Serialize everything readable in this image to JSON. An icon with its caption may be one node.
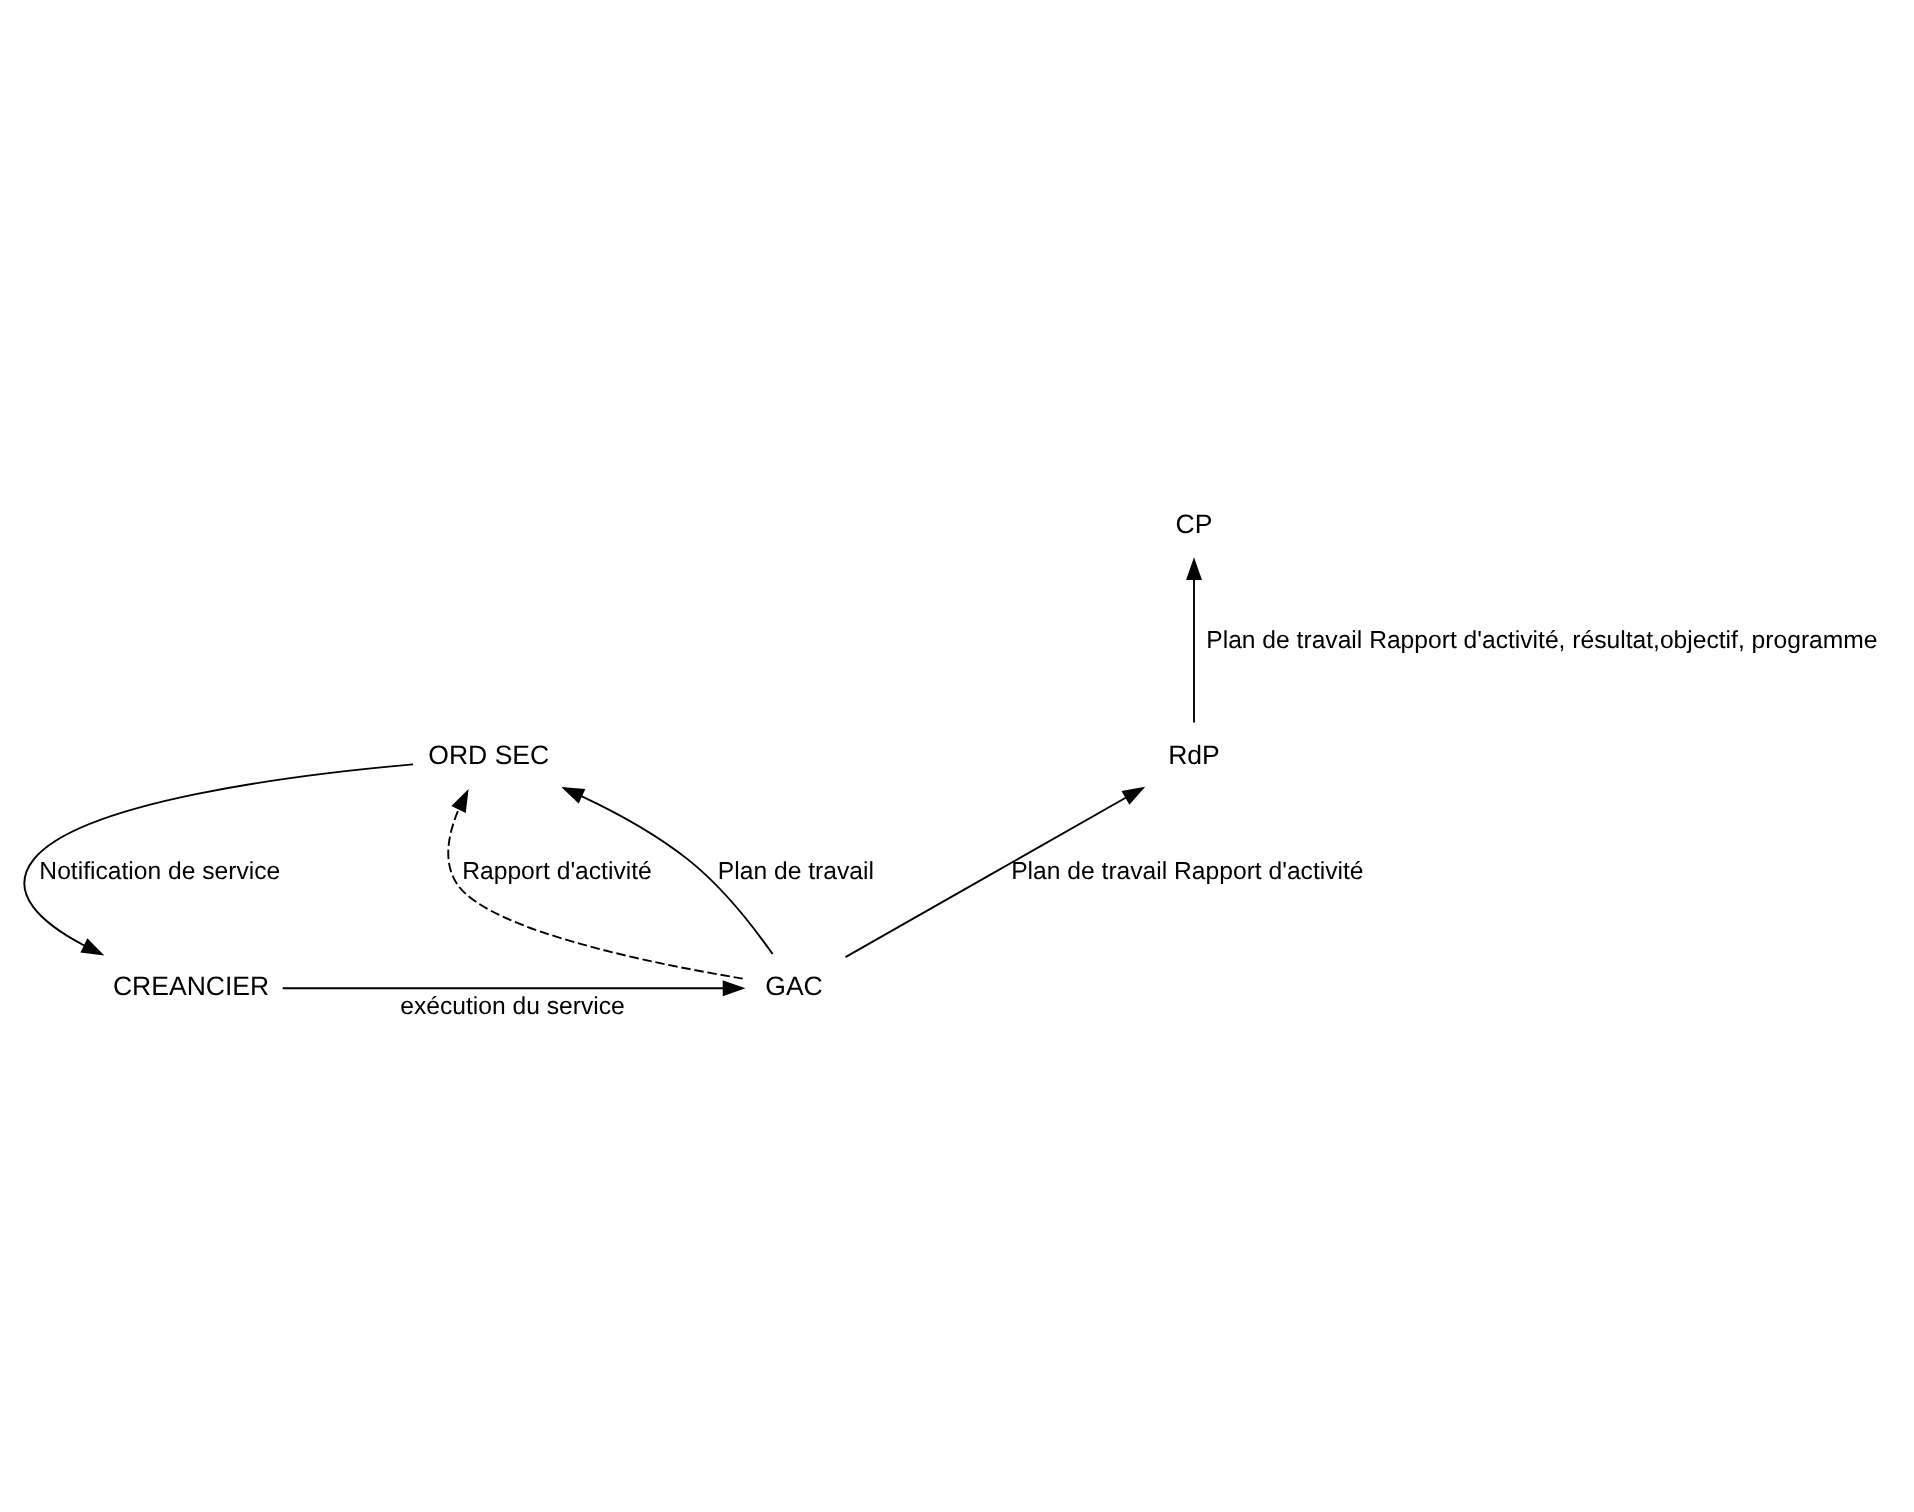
{
  "diagram": {
    "nodes": [
      {
        "text": [
          "CP"
        ]
      },
      {
        "text": [
          "RdP"
        ]
      },
      {
        "text": [
          "GAC"
        ]
      },
      {
        "text": [
          "ORD SEC"
        ]
      },
      {
        "text": [
          "CREANCIER"
        ]
      }
    ],
    "edges": [
      {
        "from": 1,
        "to": 0,
        "arrow": "to",
        "label": "Plan de travail Rapport d'activité, résultat,objectif, programme"
      },
      {
        "from": 2,
        "to": 1,
        "arrow": "to",
        "label": "Plan de travail Rapport d'activité"
      },
      {
        "from": 2,
        "to": 3,
        "arrow": "to",
        "label": "Rapport d'activité",
        "style": "dashed"
      },
      {
        "from": 2,
        "to": 3,
        "arrow": "to",
        "label": "Plan de travail"
      },
      {
        "from": 3,
        "to": 4,
        "arrow": "to",
        "label": "Notification de service"
      },
      {
        "from": 4,
        "to": 2,
        "arrow": "to",
        "label": "exécution du service"
      }
    ]
  }
}
